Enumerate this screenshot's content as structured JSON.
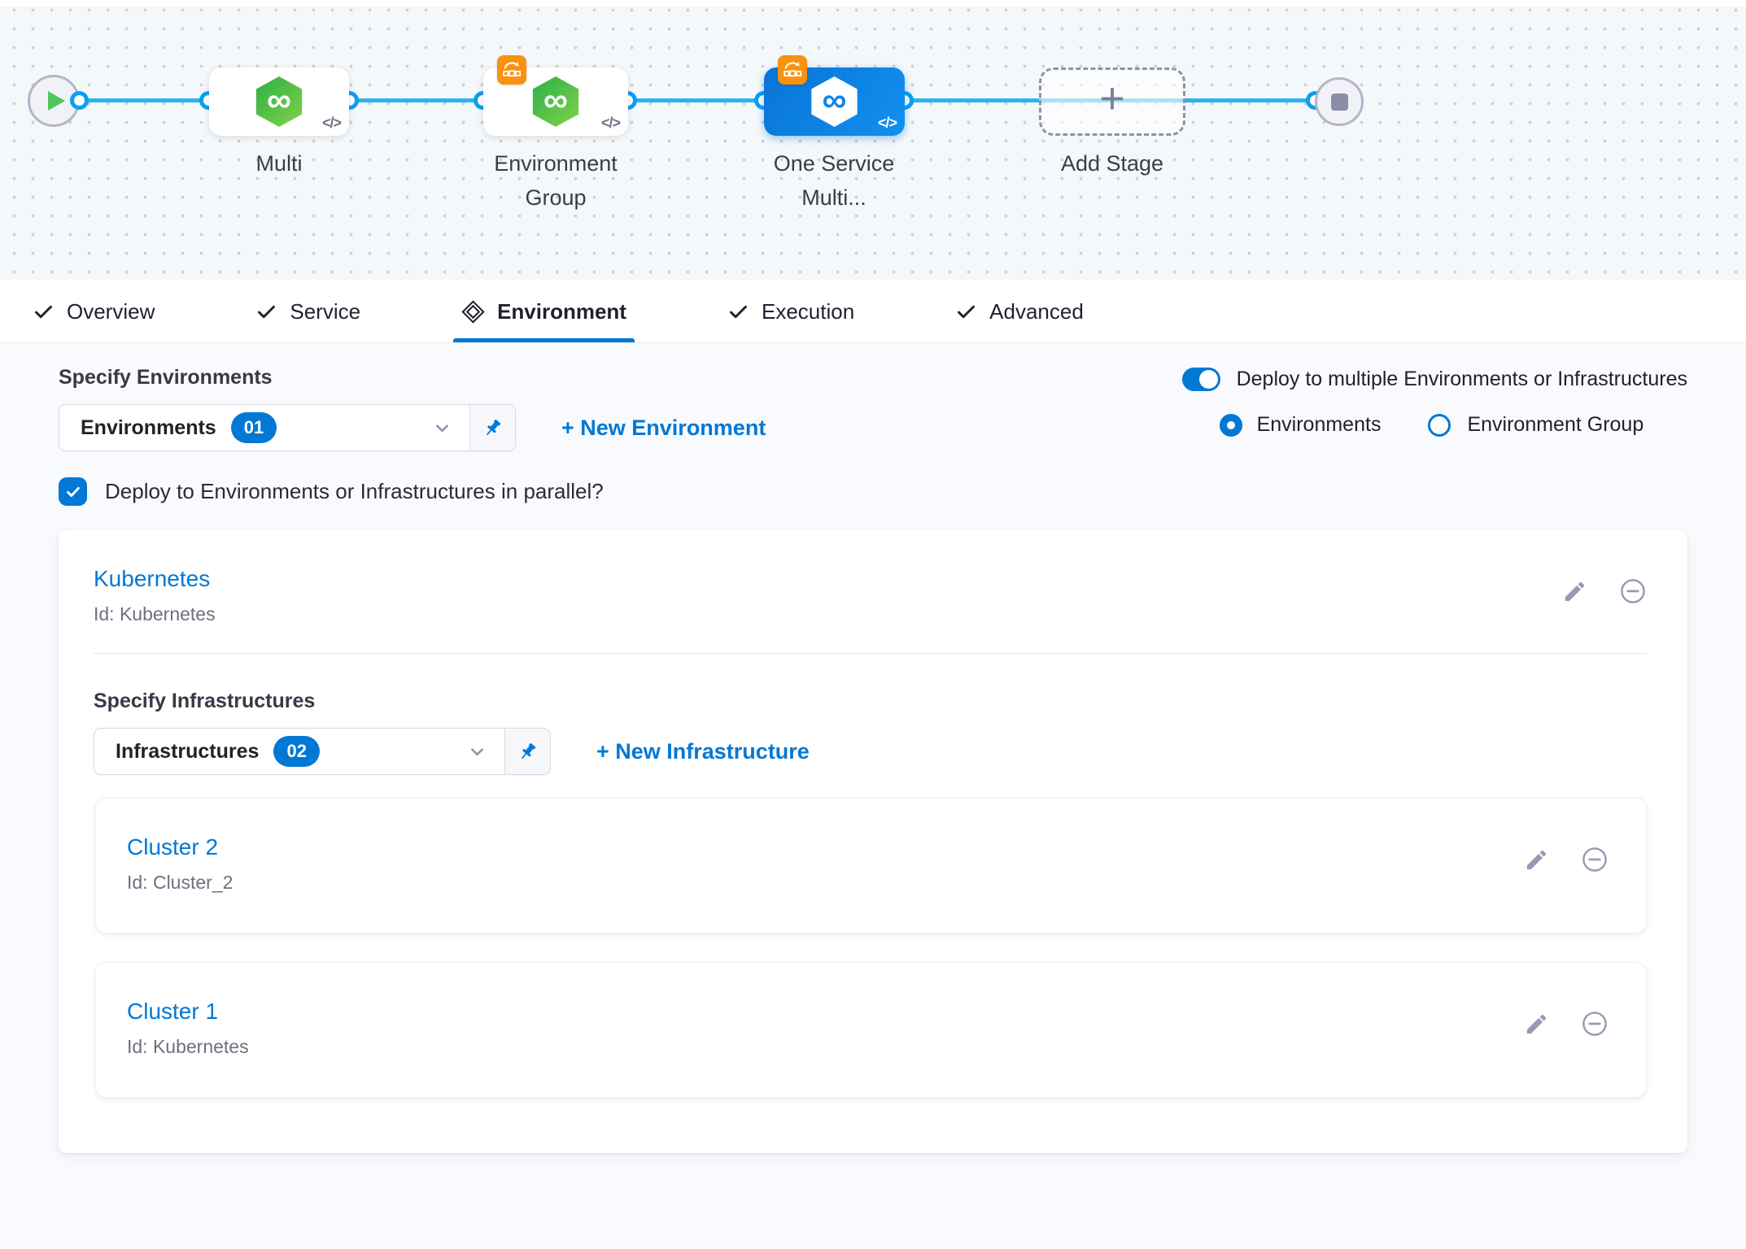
{
  "pipeline": {
    "stages": [
      {
        "label": "Multi"
      },
      {
        "label": "Environment Group"
      },
      {
        "label": "One Service Multi..."
      },
      {
        "label": "Add Stage"
      }
    ],
    "code_glyph": "</>",
    "infinity_glyph": "∞",
    "add_glyph": "+"
  },
  "tabs": [
    {
      "label": "Overview"
    },
    {
      "label": "Service"
    },
    {
      "label": "Environment"
    },
    {
      "label": "Execution"
    },
    {
      "label": "Advanced"
    }
  ],
  "environment": {
    "specify_environments_label": "Specify Environments",
    "environments_dropdown": {
      "value": "Environments",
      "count": "01"
    },
    "new_environment_link": "+ New Environment",
    "multi_toggle_label": "Deploy to multiple Environments or Infrastructures",
    "radio_environments": "Environments",
    "radio_environment_group": "Environment Group",
    "parallel_checkbox_label": "Deploy to Environments or Infrastructures in parallel?",
    "card": {
      "name": "Kubernetes",
      "id": "Id: Kubernetes",
      "specify_infrastructures_label": "Specify Infrastructures",
      "infrastructures_dropdown": {
        "value": "Infrastructures",
        "count": "02"
      },
      "new_infrastructure_link": "+ New Infrastructure",
      "clusters": [
        {
          "name": "Cluster 2",
          "id": "Id: Cluster_2"
        },
        {
          "name": "Cluster 1",
          "id": "Id: Kubernetes"
        }
      ]
    }
  },
  "colors": {
    "primary": "#0278d5",
    "connector_blue": "#2ab4f2",
    "selected_stage_blue": "#0d84e4",
    "service_green": "#42ba57",
    "rollout_orange": "#f9920f",
    "icon_gray": "#989ab3"
  }
}
